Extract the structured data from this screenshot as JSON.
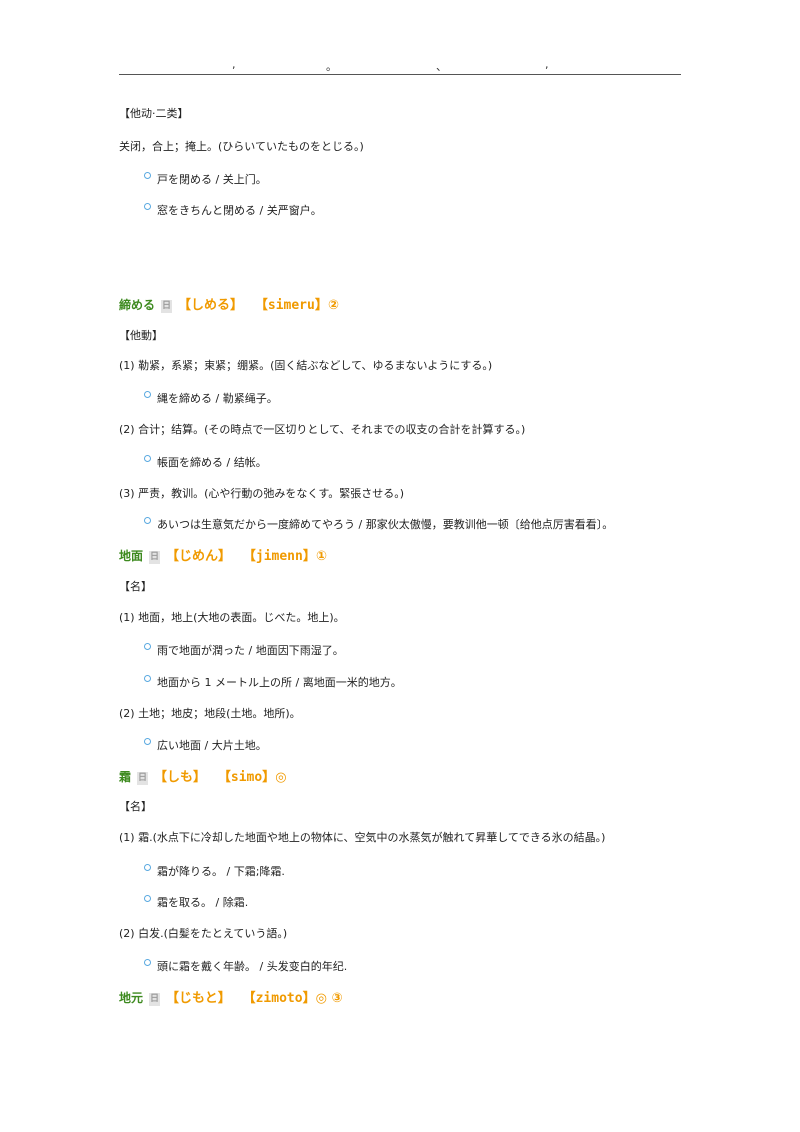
{
  "header": {
    "marks": [
      ",",
      "。",
      "、",
      ","
    ]
  },
  "intro": {
    "pos": "【他动·二类】",
    "definition": "关闭，合上；掩上。(ひらいていたものをとじる。)",
    "examples": [
      "戸を閉める / 关上门。",
      "窓をきちんと閉める / 关严窗户。"
    ]
  },
  "entries": {
    "shimeru": {
      "word": "締める",
      "badge": "日",
      "reading": "【しめる】",
      "romaji": "【simeru】",
      "accent": "②",
      "pos": "【他動】",
      "sense1": "(1) 勒紧，系紧；束紧；绷紧。(固く結ぶなどして、ゆるまないようにする。)",
      "ex1": "縄を締める / 勒紧绳子。",
      "sense2": "(2) 合计；结算。(その時点で一区切りとして、それまでの収支の合計を計算する。)",
      "ex2": "帳面を締める / 结帐。",
      "sense3": "(3) 严责，教训。(心や行動の弛みをなくす。緊張させる。)",
      "ex3": "あいつは生意気だから一度締めてやろう / 那家伙太傲慢，要教训他一顿〔给他点厉害看看〕。"
    },
    "jimen": {
      "word": "地面",
      "badge": "日",
      "reading": "【じめん】",
      "romaji": "【jimenn】",
      "accent": "①",
      "pos": "【名】",
      "sense1": "(1) 地面，地上(大地の表面。じべた。地上)。",
      "ex1": "雨で地面が潤った / 地面因下雨湿了。",
      "ex2": "地面から 1 メートル上の所 / 离地面一米的地方。",
      "sense2": "(2) 土地；地皮；地段(土地。地所)。",
      "ex3": "広い地面 / 大片土地。"
    },
    "shimo": {
      "word": "霜",
      "badge": "日",
      "reading": "【しも】",
      "romaji": "【simo】",
      "accent": "◎",
      "pos": "【名】",
      "sense1": "(1) 霜.(水点下に冷却した地面や地上の物体に、空気中の水蒸気が触れて昇華してできる氷の結晶。)",
      "ex1": "霜が降りる。 / 下霜;降霜.",
      "ex2": "霜を取る。 / 除霜.",
      "sense2": "(2) 白发.(白髪をたとえていう語。)",
      "ex3": "頭に霜を戴く年齢。 / 头发变白的年纪."
    },
    "jimoto": {
      "word": "地元",
      "badge": "日",
      "reading": "【じもと】",
      "romaji": "【zimoto】",
      "accent": "◎ ③"
    }
  }
}
